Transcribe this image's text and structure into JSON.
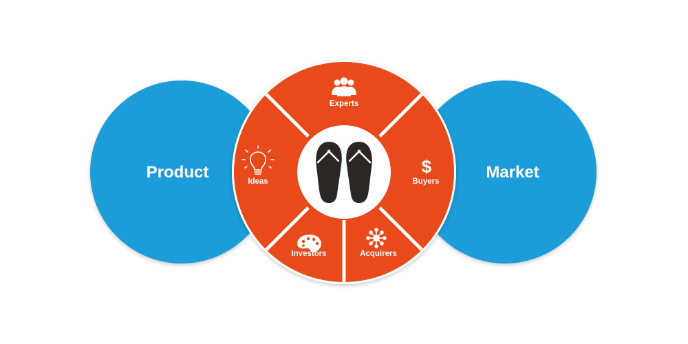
{
  "diagram": {
    "left_circle": {
      "label": "Product"
    },
    "right_circle": {
      "label": "Market"
    },
    "center": {
      "icon": "flip-flops-icon"
    },
    "segments": [
      {
        "id": "experts",
        "label": "Experts",
        "icon": "people-group-icon"
      },
      {
        "id": "buyers",
        "label": "Buyers",
        "icon": "dollar-icon"
      },
      {
        "id": "acquirers",
        "label": "Acquirers",
        "icon": "network-icon"
      },
      {
        "id": "investors",
        "label": "Investors",
        "icon": "palette-icon"
      },
      {
        "id": "ideas",
        "label": "Ideas",
        "icon": "lightbulb-icon"
      }
    ]
  },
  "colors": {
    "blue": "#1e9cd8",
    "orange": "#e84a1b",
    "white": "#ffffff",
    "dark": "#2b2725"
  }
}
